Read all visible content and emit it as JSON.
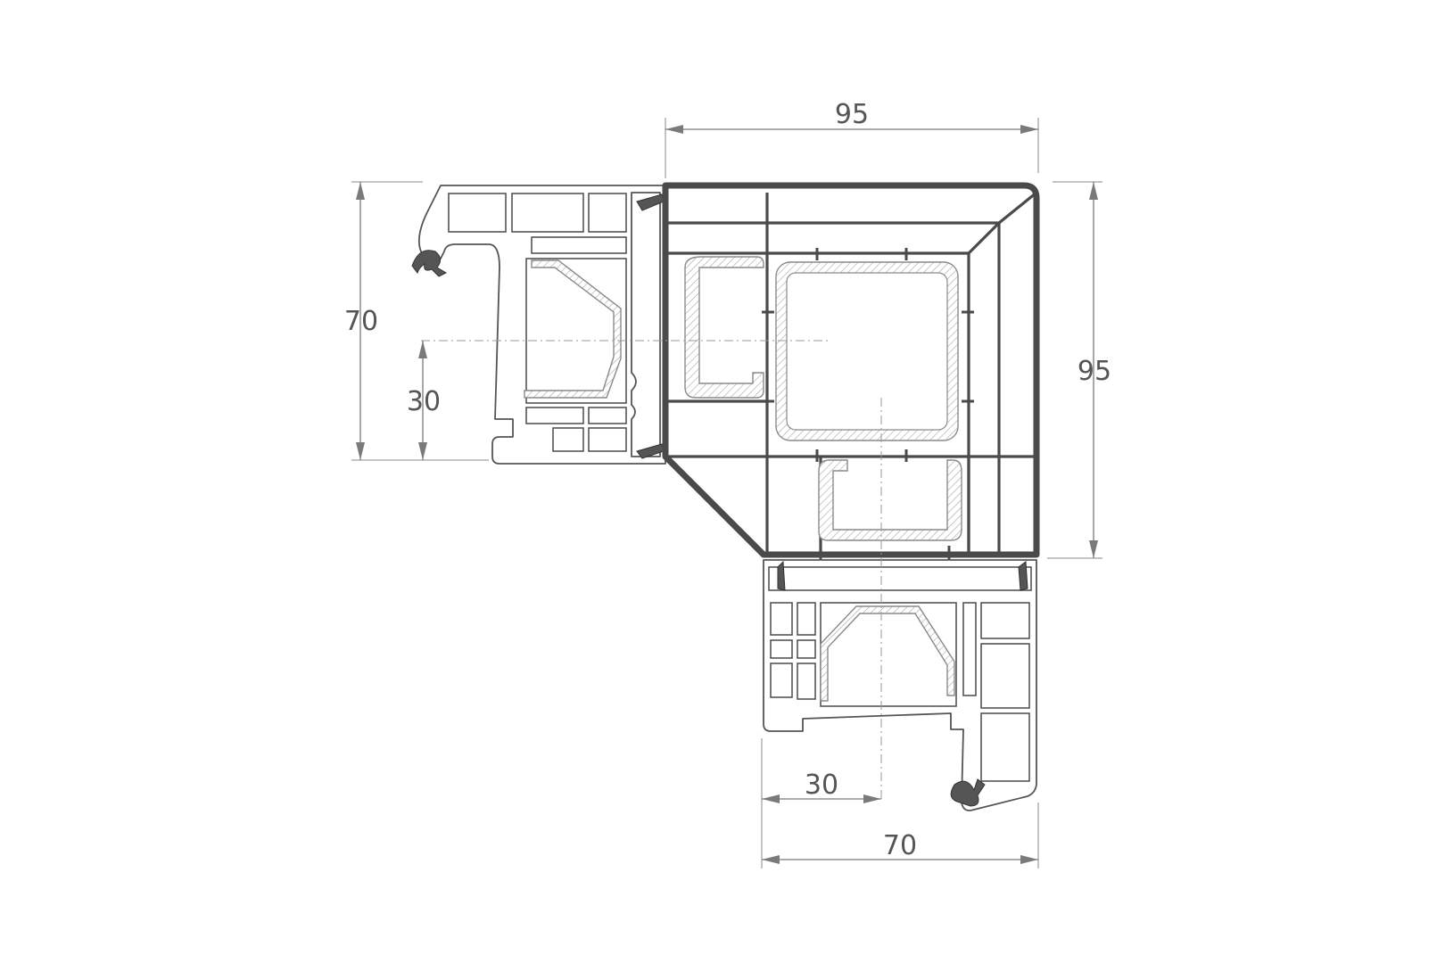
{
  "drawing": {
    "dimensions": {
      "top_width": "95",
      "right_height": "95",
      "left_height": "70",
      "left_axis_offset": "30",
      "bottom_axis_offset": "30",
      "bottom_width": "70"
    },
    "colors": {
      "frame": "#4a4a4a",
      "dimension": "#7a7a7a",
      "text": "#555555",
      "steel_hatch": "#9a9a9a"
    }
  }
}
